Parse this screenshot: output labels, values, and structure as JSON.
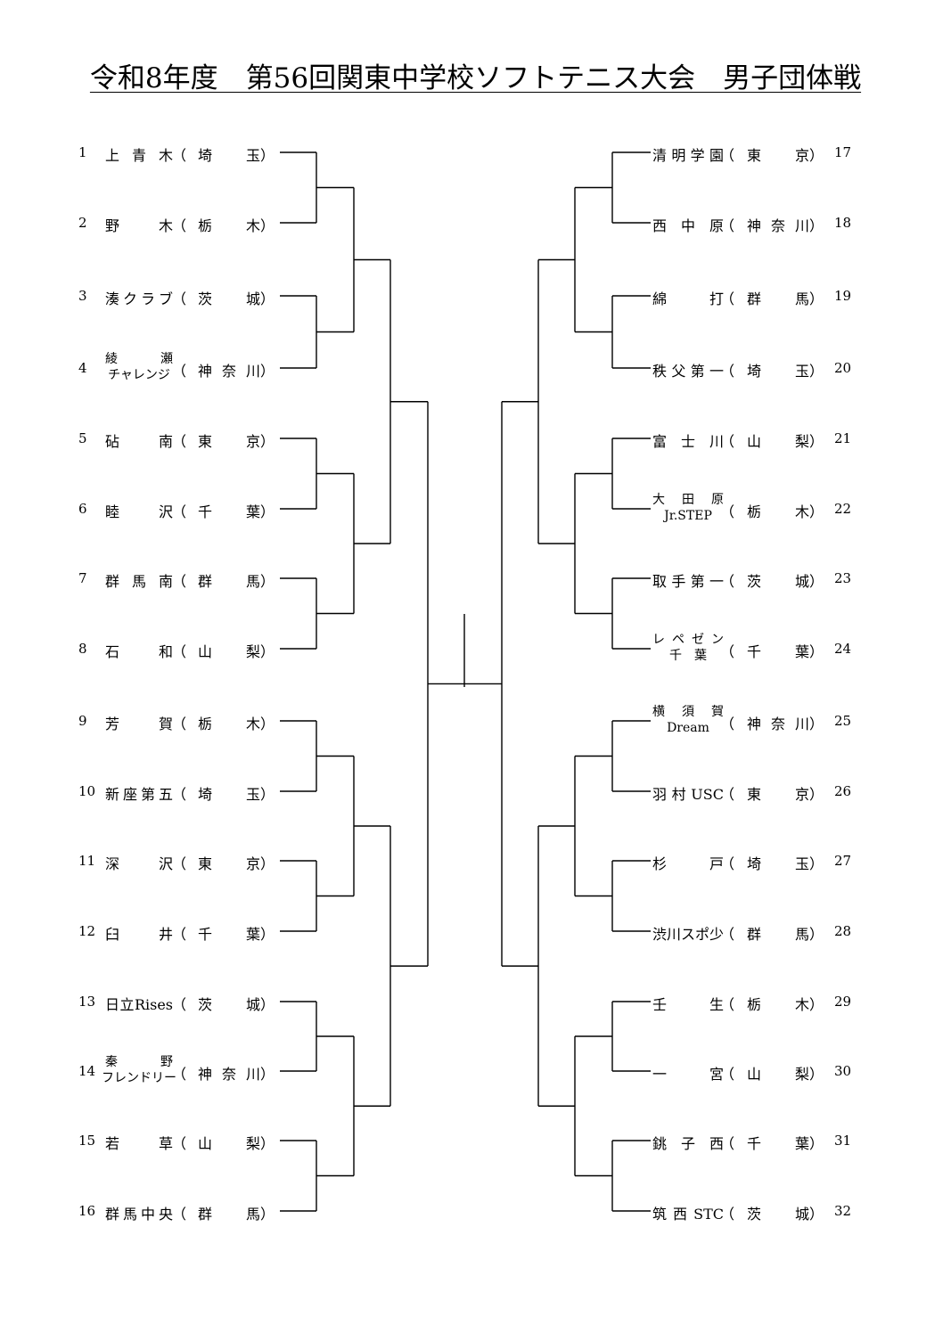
{
  "title": "令和8年度　第56回関東中学校ソフトテニス大会　男子団体戦",
  "left_teams": [
    {
      "no": "1",
      "name": "上青木",
      "pref": "埼　玉"
    },
    {
      "no": "2",
      "name": "野　木",
      "pref": "栃　木"
    },
    {
      "no": "3",
      "name": "湊クラブ",
      "pref": "茨　城"
    },
    {
      "no": "4",
      "name_l1": "綾　瀬",
      "name_l2": "チャレンジ",
      "pref": "神奈川"
    },
    {
      "no": "5",
      "name": "砧　南",
      "pref": "東　京"
    },
    {
      "no": "6",
      "name": "睦　沢",
      "pref": "千　葉"
    },
    {
      "no": "7",
      "name": "群馬南",
      "pref": "群　馬"
    },
    {
      "no": "8",
      "name": "石　和",
      "pref": "山　梨"
    },
    {
      "no": "9",
      "name": "芳　賀",
      "pref": "栃　木"
    },
    {
      "no": "10",
      "name": "新座第五",
      "pref": "埼　玉"
    },
    {
      "no": "11",
      "name": "深　沢",
      "pref": "東　京"
    },
    {
      "no": "12",
      "name": "臼　井",
      "pref": "千　葉"
    },
    {
      "no": "13",
      "name": "日立Rises",
      "pref": "茨　城"
    },
    {
      "no": "14",
      "name_l1": "秦　野",
      "name_l2": "フレンドリー",
      "pref": "神奈川"
    },
    {
      "no": "15",
      "name": "若　草",
      "pref": "山　梨"
    },
    {
      "no": "16",
      "name": "群馬中央",
      "pref": "群　馬"
    }
  ],
  "right_teams": [
    {
      "no": "17",
      "name": "清明学園",
      "pref": "東　京"
    },
    {
      "no": "18",
      "name": "西中原",
      "pref": "神奈川"
    },
    {
      "no": "19",
      "name": "綿　打",
      "pref": "群　馬"
    },
    {
      "no": "20",
      "name": "秩父第一",
      "pref": "埼　玉"
    },
    {
      "no": "21",
      "name": "富士川",
      "pref": "山　梨"
    },
    {
      "no": "22",
      "name_l1": "大田原",
      "name_l2": "Jr.STEP",
      "pref": "栃　木"
    },
    {
      "no": "23",
      "name": "取手第一",
      "pref": "茨　城"
    },
    {
      "no": "24",
      "name_l1": "レペゼン",
      "name_l2": "千　葉",
      "pref": "千　葉"
    },
    {
      "no": "25",
      "name_l1": "横須賀",
      "name_l2": "Dream",
      "pref": "神奈川"
    },
    {
      "no": "26",
      "name": "羽村USC",
      "pref": "東　京"
    },
    {
      "no": "27",
      "name": "杉　戸",
      "pref": "埼　玉"
    },
    {
      "no": "28",
      "name": "渋川スポ少",
      "pref": "群　馬"
    },
    {
      "no": "29",
      "name": "壬　生",
      "pref": "栃　木"
    },
    {
      "no": "30",
      "name": "一　宮",
      "pref": "山　梨"
    },
    {
      "no": "31",
      "name": "銚子西",
      "pref": "千　葉"
    },
    {
      "no": "32",
      "name": "筑西STC",
      "pref": "茨　城"
    }
  ]
}
